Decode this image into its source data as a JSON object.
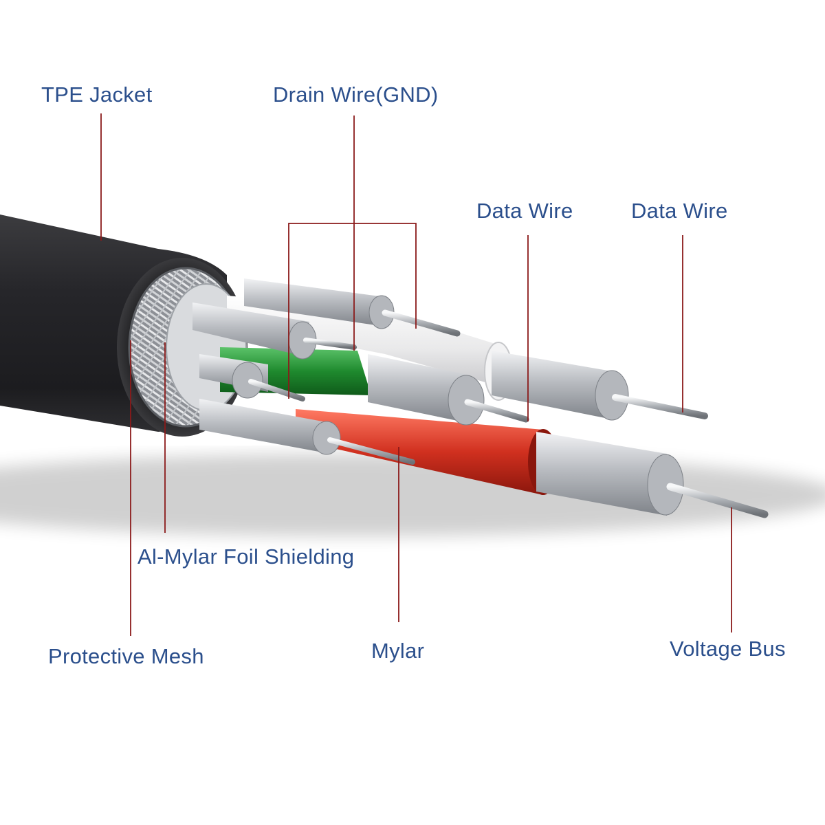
{
  "colors": {
    "label_text": "#2b4f8c",
    "leader_line": "#8b1a1a",
    "jacket": "#2a2a2c",
    "green_insulation": "#1f8a2e",
    "red_insulation": "#c8261a",
    "white_insulation": "#eeeeee",
    "metal": "#c9ccd0"
  },
  "labels": {
    "tpe_jacket": "TPE Jacket",
    "drain_wire": "Drain Wire(GND)",
    "data_wire_1": "Data Wire",
    "data_wire_2": "Data Wire",
    "foil_shielding": "Al-Mylar Foil Shielding",
    "protective_mesh": "Protective Mesh",
    "mylar": "Mylar",
    "voltage_bus": "Voltage Bus"
  }
}
